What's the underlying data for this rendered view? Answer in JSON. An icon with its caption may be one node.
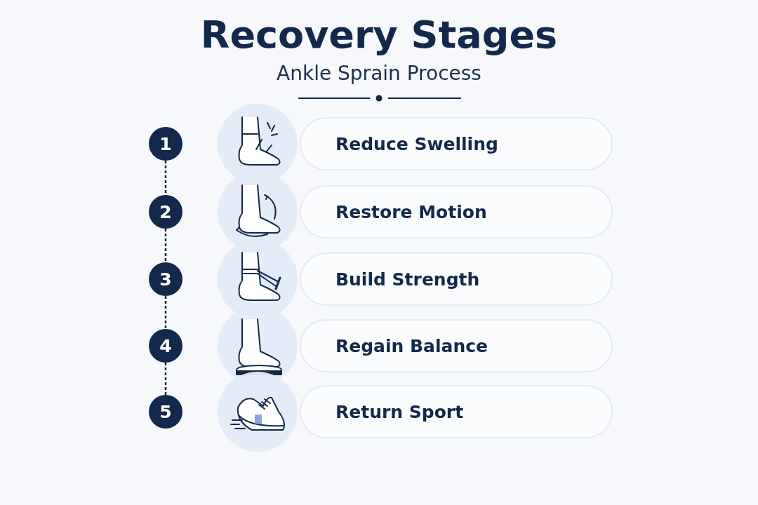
{
  "diagram": {
    "title": "Recovery Stages",
    "nodes": [
      {
        "text": [
          "1"
        ]
      },
      {
        "text": [
          "2"
        ]
      },
      {
        "text": [
          "3"
        ]
      },
      {
        "text": [
          "4"
        ]
      },
      {
        "text": [
          "5"
        ]
      },
      {
        "text": [
          "Reduce Swelling"
        ]
      },
      {
        "text": [
          "Restore Motion"
        ]
      },
      {
        "text": [
          "Build Strength"
        ]
      },
      {
        "text": [
          "Regain Balance"
        ]
      },
      {
        "text": [
          "Return Sport"
        ]
      }
    ],
    "edges": [
      {
        "from": 0,
        "to": 1,
        "arrow": "none",
        "style": "dashed"
      },
      {
        "from": 1,
        "to": 2,
        "arrow": "none",
        "style": "dashed"
      },
      {
        "from": 2,
        "to": 3,
        "arrow": "none",
        "style": "dashed"
      },
      {
        "from": 3,
        "to": 4,
        "arrow": "none",
        "style": "dashed"
      }
    ],
    "labels": [
      "Ankle Sprain Process"
    ]
  }
}
